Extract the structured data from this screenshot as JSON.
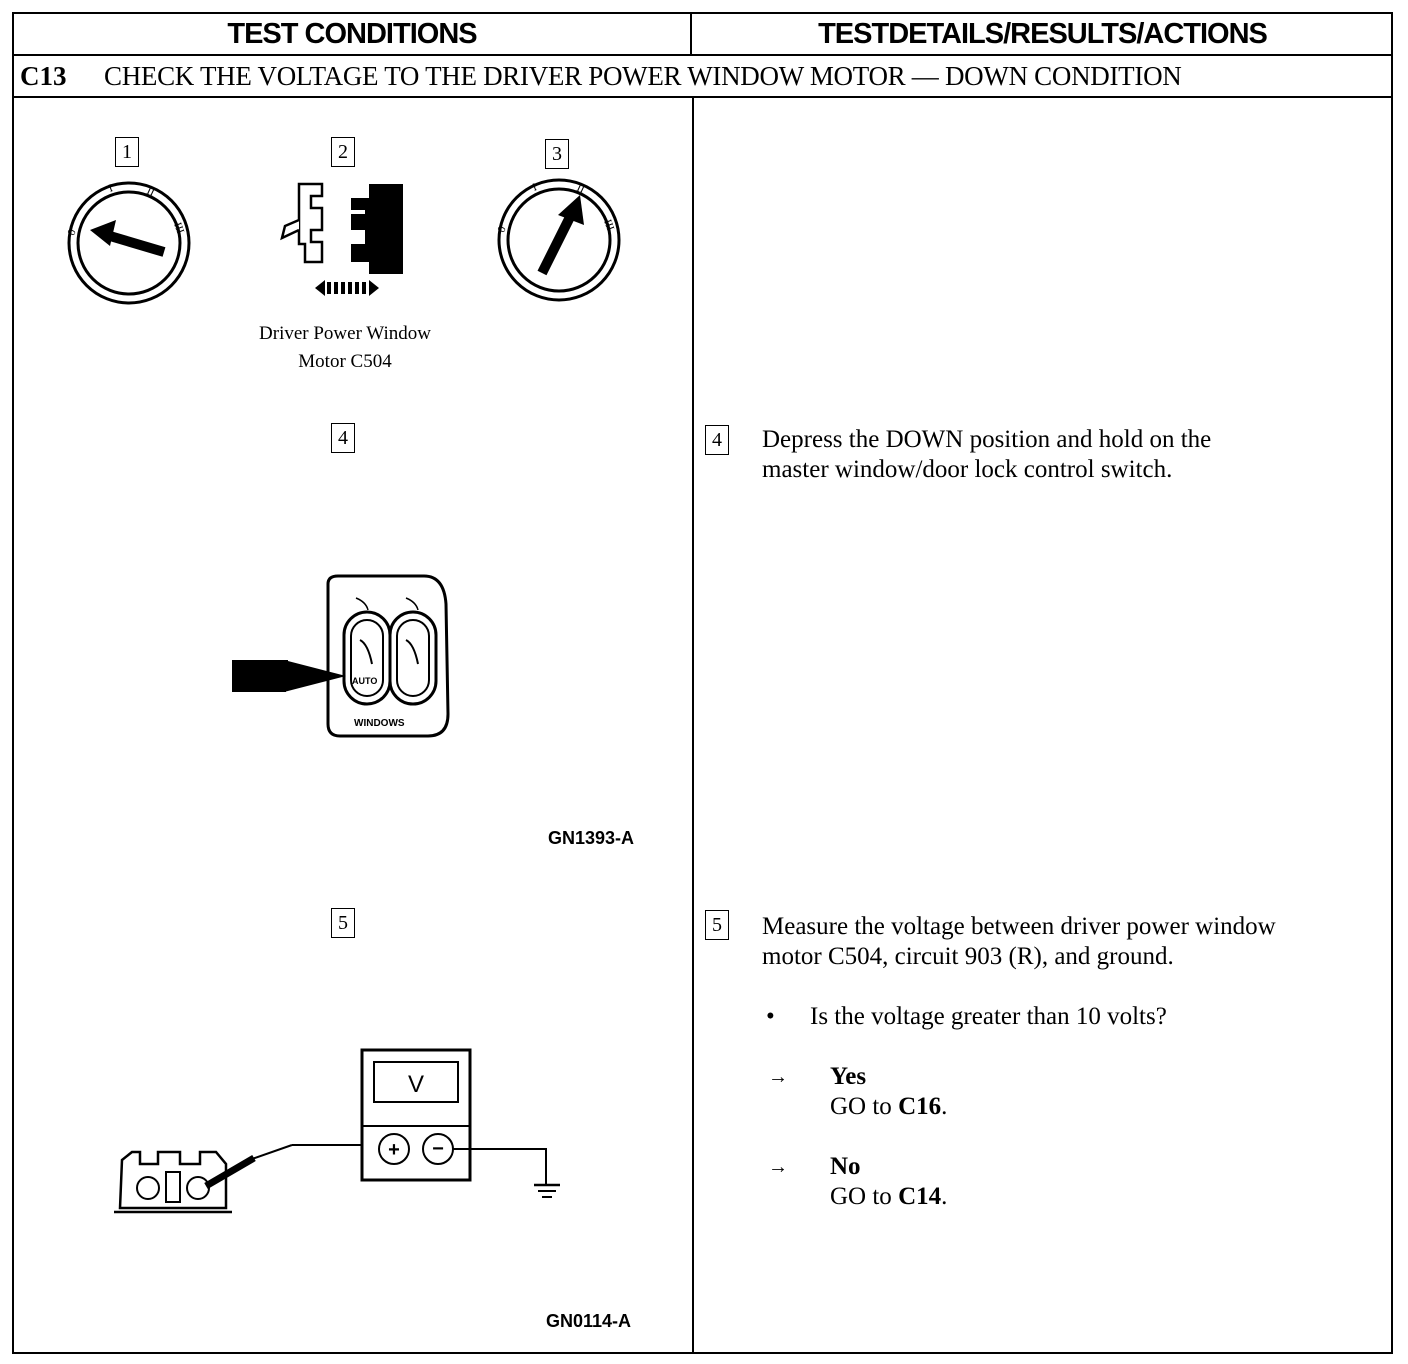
{
  "header": {
    "left": "TEST CONDITIONS",
    "right": "TESTDETAILS/RESULTS/ACTIONS"
  },
  "title": {
    "code": "C13",
    "text": "CHECK THE VOLTAGE TO THE DRIVER POWER WINDOW MOTOR — DOWN CONDITION"
  },
  "steps_left": {
    "s1": "1",
    "s2": "2",
    "s3": "3",
    "s4": "4",
    "s5": "5"
  },
  "figure1": {
    "connector_caption_line1": "Driver Power Window",
    "connector_caption_line2": "Motor C504",
    "ignition_marks": [
      "0",
      "I",
      "II",
      "III"
    ],
    "switch_label_auto": "AUTO",
    "switch_label_windows": "WINDOWS",
    "figure_id": "GN1393-A"
  },
  "figure2": {
    "meter_display": "V",
    "plus": "+",
    "minus": "−",
    "figure_id": "GN0114-A"
  },
  "details": {
    "step4_num": "4",
    "step4_line1": "Depress the DOWN position and hold on the",
    "step4_line2": "master window/door lock control switch.",
    "step5_num": "5",
    "step5_line1": "Measure the voltage between driver power window",
    "step5_line2": "motor C504, circuit 903 (R), and ground.",
    "bullet": "•",
    "question": "Is the voltage greater than 10 volts?",
    "arrow": "→",
    "yes_label": "Yes",
    "yes_action_prefix": "GO to ",
    "yes_action_target": "C16",
    "yes_action_suffix": ".",
    "no_label": "No",
    "no_action_prefix": "GO to ",
    "no_action_target": "C14",
    "no_action_suffix": "."
  }
}
